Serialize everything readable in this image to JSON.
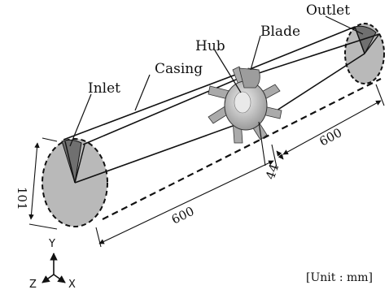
{
  "labels": {
    "inlet": "Inlet",
    "casing": "Casing",
    "hub": "Hub",
    "blade": "Blade",
    "outlet": "Outlet"
  },
  "dimensions": {
    "diameter": "101",
    "inlet_length": "600",
    "outlet_length": "600",
    "blade_width": "44"
  },
  "axes": {
    "y": "Y",
    "z": "Z",
    "x": "X"
  },
  "unit": "[Unit : mm]",
  "colors": {
    "face": "#b8b8b8",
    "shade": "#6e6e6e",
    "blade": "#a9a9a9",
    "hub": "#cfcfcf",
    "line": "#111111"
  }
}
